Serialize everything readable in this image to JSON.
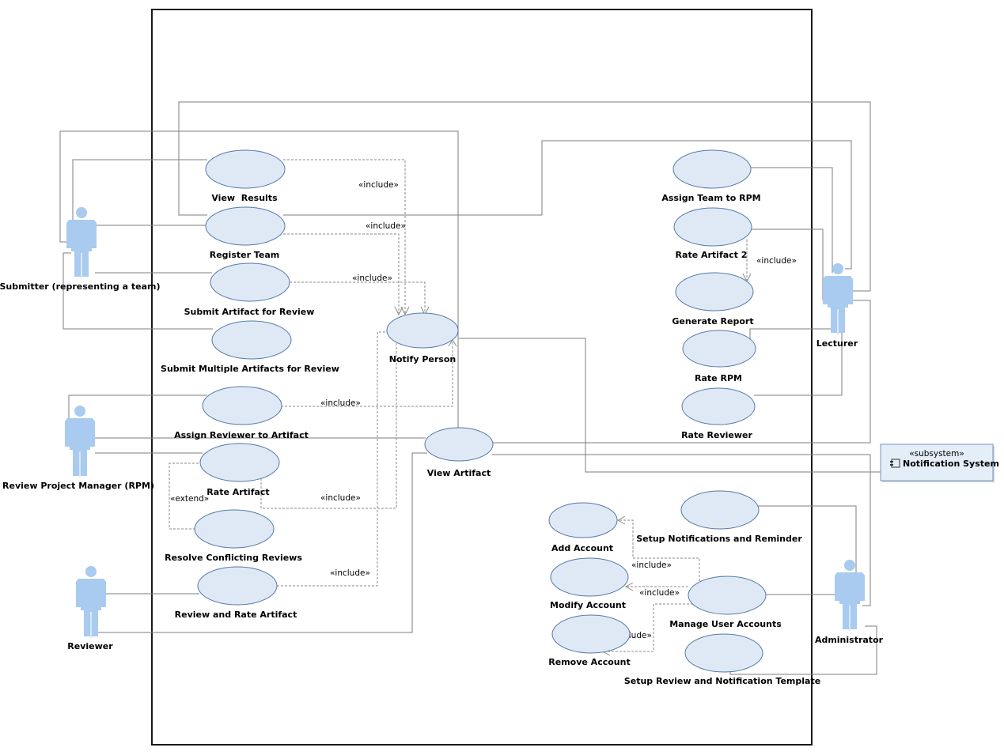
{
  "actors": {
    "submitter": "Submitter (representing a team)",
    "rpm": "Review Project Manager (RPM)",
    "reviewer": "Reviewer",
    "lecturer": "Lecturer",
    "administrator": "Administrator"
  },
  "use_cases": {
    "view_results": "View  Results",
    "register_team": "Register Team",
    "submit_artifact": "Submit Artifact for Review",
    "submit_multiple": "Submit Multiple Artifacts for Review",
    "assign_reviewer": "Assign Reviewer to Artifact",
    "rate_artifact": "Rate Artifact",
    "resolve_conflicting": "Resolve Conflicting Reviews",
    "review_and_rate": "Review and Rate Artifact",
    "notify_person": "Notify Person",
    "view_artifact": "View Artifact",
    "assign_team_rpm": "Assign Team to RPM",
    "rate_artifact_2": "Rate Artifact 2",
    "generate_report": "Generate Report",
    "rate_rpm": "Rate RPM",
    "rate_reviewer": "Rate Reviewer",
    "add_account": "Add Account",
    "modify_account": "Modify Account",
    "remove_account": "Remove Account",
    "setup_notifications": "Setup Notifications and Reminder",
    "manage_user_accounts": "Manage User Accounts",
    "setup_review_template": "Setup Review and Notification Template"
  },
  "stereotypes": {
    "include": "«include»",
    "extend": "«extend»"
  },
  "subsystem": {
    "stereotype": "«subsystem»",
    "name": "Notification System"
  },
  "colors": {
    "use_case_fill": "#dfe9f5",
    "use_case_stroke": "#5478a8",
    "actor_fill": "#a8cbef",
    "line": "#7d7d7d",
    "subsystem_fill": "#e4eef9"
  }
}
